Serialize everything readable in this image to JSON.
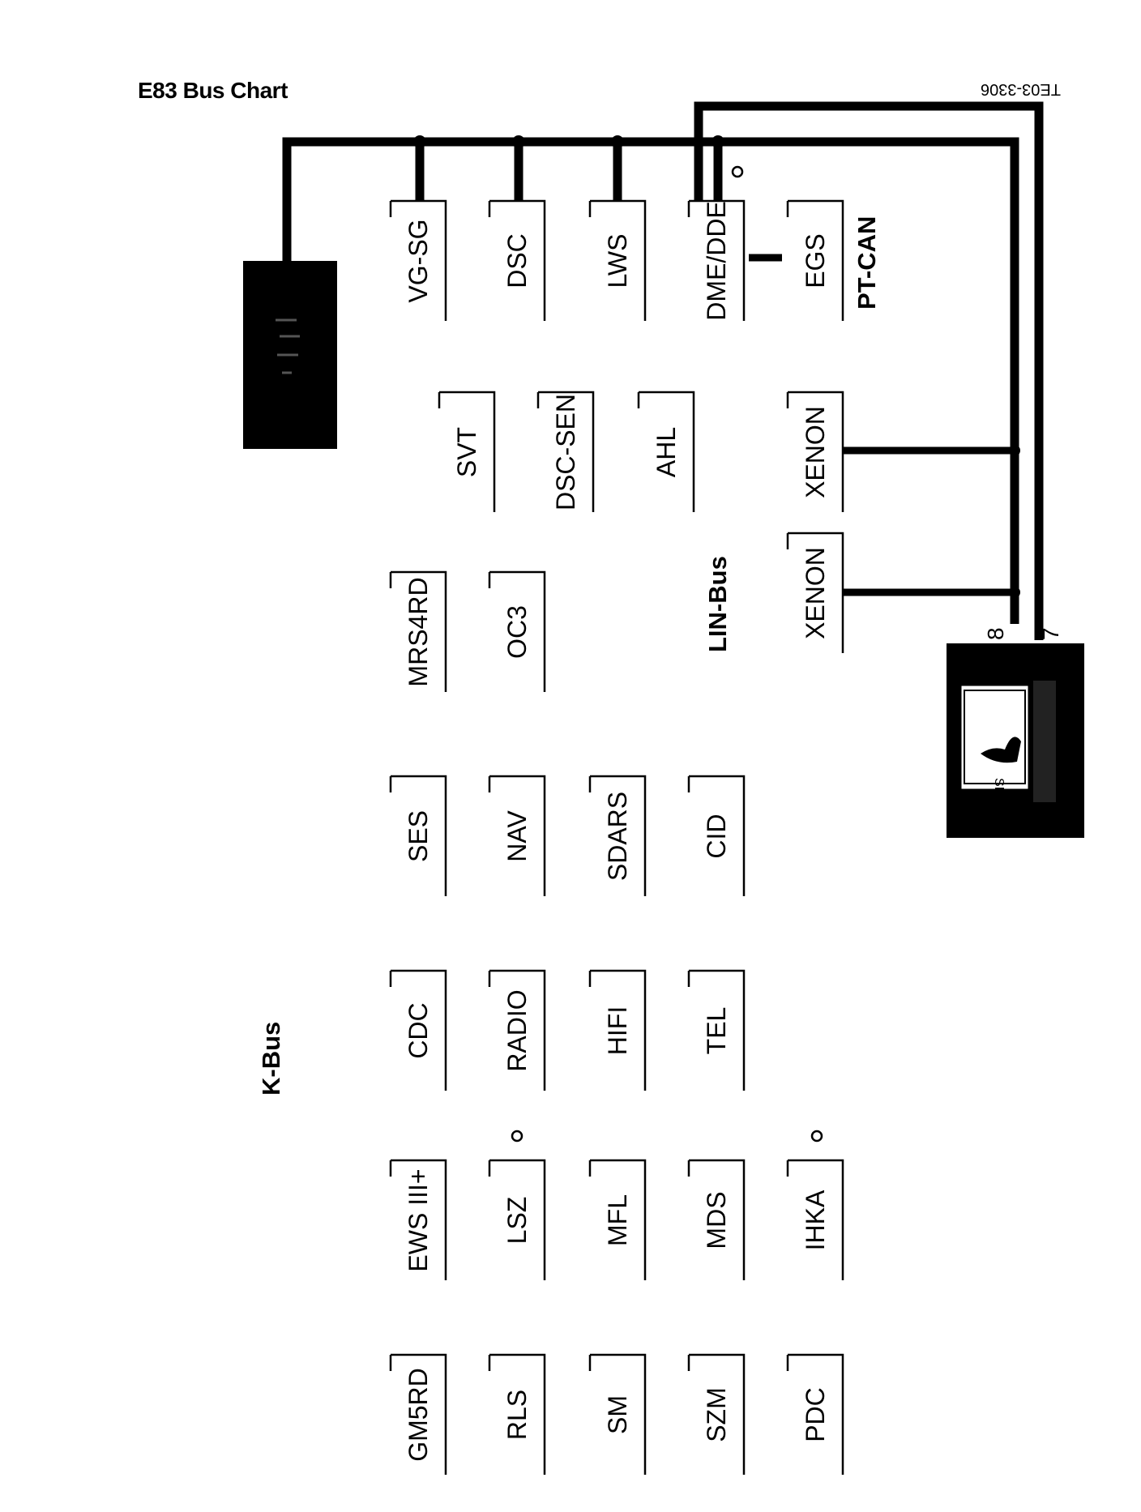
{
  "title": "E83 Bus Chart",
  "figure_code": "TE03-3306",
  "bus_labels": {
    "pt_can": "PT-CAN",
    "k_bus": "K-Bus",
    "lin_bus": "LIN-Bus"
  },
  "pins": {
    "pin8": "8",
    "pin7": "7"
  },
  "modules": {
    "ptcan": [
      "VG-SG",
      "DSC",
      "LWS",
      "DME/DDE",
      "EGS"
    ],
    "sensors": [
      "SVT",
      "DSC-SEN",
      "AHL",
      "XENON"
    ],
    "lin_xenon": "XENON",
    "group_a": [
      "MRS4RD",
      "OC3"
    ],
    "group_b": [
      "SES",
      "NAV",
      "SDARS",
      "CID"
    ],
    "group_c": [
      "CDC",
      "RADIO",
      "HIFI",
      "TEL"
    ],
    "group_d": [
      "EWS III+",
      "LSZ",
      "MFL",
      "MDS",
      "IHKA"
    ],
    "group_e": [
      "GM5RD",
      "RLS",
      "SM",
      "SZM",
      "PDC"
    ]
  },
  "colors": {
    "line": "#000000",
    "block": "#000000",
    "background": "#ffffff"
  },
  "icons": {
    "gateway": "black-control-unit-block",
    "display": "sig-display-unit"
  }
}
